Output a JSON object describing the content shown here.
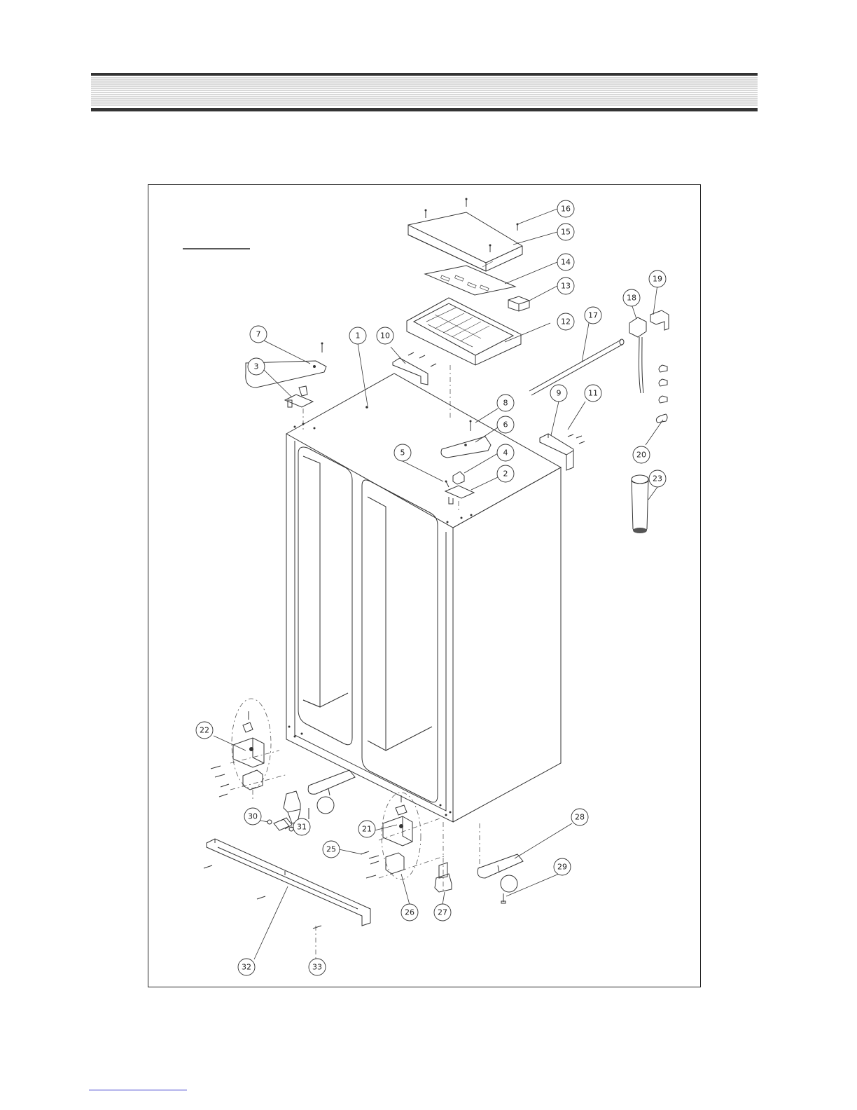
{
  "callouts": [
    {
      "id": "c16",
      "label": "16"
    },
    {
      "id": "c15",
      "label": "15"
    },
    {
      "id": "c14",
      "label": "14"
    },
    {
      "id": "c13",
      "label": "13"
    },
    {
      "id": "c12",
      "label": "12"
    },
    {
      "id": "c19",
      "label": "19"
    },
    {
      "id": "c18",
      "label": "18"
    },
    {
      "id": "c17",
      "label": "17"
    },
    {
      "id": "c7a",
      "label": "7"
    },
    {
      "id": "c1",
      "label": "1"
    },
    {
      "id": "c10",
      "label": "10"
    },
    {
      "id": "c3",
      "label": "3"
    },
    {
      "id": "c8",
      "label": "8"
    },
    {
      "id": "c9",
      "label": "9"
    },
    {
      "id": "c11",
      "label": "11"
    },
    {
      "id": "c6",
      "label": "6"
    },
    {
      "id": "c5",
      "label": "5"
    },
    {
      "id": "c4",
      "label": "4"
    },
    {
      "id": "c2",
      "label": "2"
    },
    {
      "id": "c20",
      "label": "20"
    },
    {
      "id": "c23",
      "label": "23"
    },
    {
      "id": "c22",
      "label": "22"
    },
    {
      "id": "c30",
      "label": "30"
    },
    {
      "id": "c31",
      "label": "31"
    },
    {
      "id": "c21",
      "label": "21"
    },
    {
      "id": "c25",
      "label": "25"
    },
    {
      "id": "c28",
      "label": "28"
    },
    {
      "id": "c29",
      "label": "29"
    },
    {
      "id": "c26",
      "label": "26"
    },
    {
      "id": "c27",
      "label": "27"
    },
    {
      "id": "c32",
      "label": "32"
    },
    {
      "id": "c33",
      "label": "33"
    }
  ]
}
